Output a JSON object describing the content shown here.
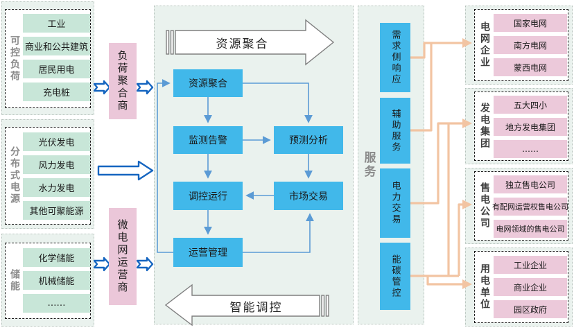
{
  "palette": {
    "panel_bg": "#eaf2ee",
    "green_item": "#c8e6d8",
    "pink_item": "#ecc9da",
    "aggregator_pink": "#ebc7d9",
    "blue_box": "#41b8ea",
    "flow_line_blue": "#5b9bd5",
    "orange_line": "#f2c4a2",
    "block_arrow_blue": "#1565c0",
    "banner_outline_grey": "#7f7f7f"
  },
  "left_groups": [
    {
      "label": "可控负荷",
      "items": [
        "工业",
        "商业和公共建筑",
        "居民用电",
        "充电桩"
      ]
    },
    {
      "label": "分布式电源",
      "items": [
        "光伏发电",
        "风力发电",
        "水力发电",
        "其他可聚能源"
      ]
    },
    {
      "label": "储能",
      "items": [
        "化学储能",
        "机械储能",
        "……"
      ]
    }
  ],
  "aggregators": [
    {
      "label": "负荷聚合商"
    },
    {
      "label": "微电网运营商"
    }
  ],
  "banners": {
    "top": "资源聚合",
    "bottom": "智能调控"
  },
  "flow_nodes": [
    {
      "label": "资源聚合"
    },
    {
      "label": "监测告警"
    },
    {
      "label": "预测分析"
    },
    {
      "label": "调控运行"
    },
    {
      "label": "市场交易"
    },
    {
      "label": "运营管理"
    }
  ],
  "service_panel": {
    "label": "服务",
    "items": [
      "需求侧响应",
      "辅助服务",
      "电力交易",
      "能碳管控"
    ]
  },
  "right_groups": [
    {
      "label": "电网企业",
      "items": [
        "国家电网",
        "南方电网",
        "蒙西电网"
      ]
    },
    {
      "label": "发电集团",
      "items": [
        "五大四小",
        "地方发电集团",
        "……"
      ]
    },
    {
      "label": "售电公司",
      "items": [
        "独立售电公司",
        "有配网运营权售电公司",
        "电网领域的售电公司"
      ]
    },
    {
      "label": "用电单位",
      "items": [
        "工业企业",
        "商业企业",
        "园区政府"
      ]
    }
  ]
}
